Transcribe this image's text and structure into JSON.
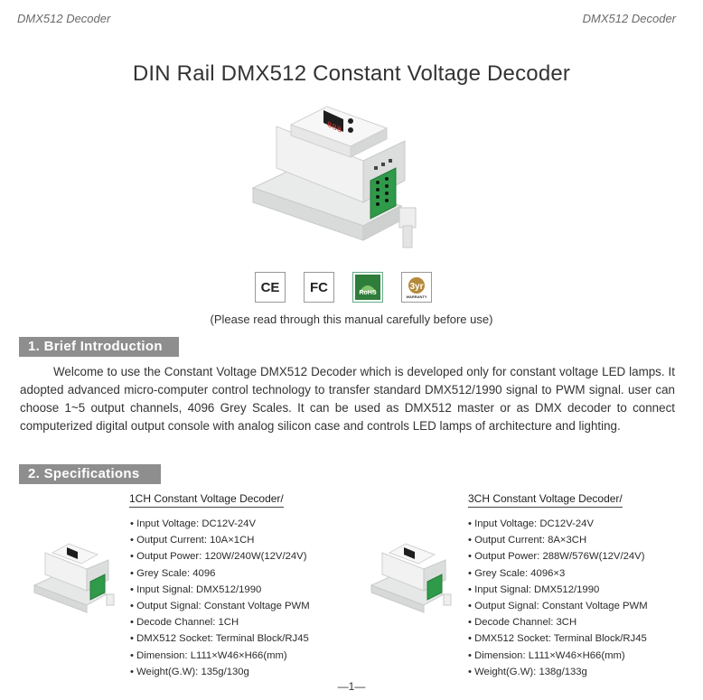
{
  "header": {
    "left": "DMX512 Decoder",
    "right": "DMX512 Decoder"
  },
  "title": "DIN Rail DMX512 Constant Voltage Decoder",
  "certifications": [
    {
      "icon": "ce-mark-icon",
      "text": "CE"
    },
    {
      "icon": "fcc-mark-icon",
      "text": "FC"
    },
    {
      "icon": "rohs-mark-icon",
      "text": "RoHS"
    },
    {
      "icon": "warranty-3yr-icon",
      "text": "3yr WARRANTY"
    }
  ],
  "note": "(Please read through this manual carefully before use)",
  "section1": {
    "heading": "1. Brief Introduction",
    "text": "Welcome to use the Constant Voltage DMX512 Decoder which is developed only for constant voltage LED lamps. It adopted advanced micro-computer control technology to transfer standard DMX512/1990 signal to PWM signal. user can choose 1~5 output channels, 4096 Grey Scales. It can be used as DMX512 master or as DMX decoder to connect computerized digital output console with analog silicon case and controls LED lamps of architecture and lighting."
  },
  "section2": {
    "heading": "2. Specifications",
    "one_ch": {
      "title": "1CH Constant Voltage Decoder/",
      "items": [
        "Input Voltage: DC12V-24V",
        "Output Current: 10A×1CH",
        "Output Power: 120W/240W(12V/24V)",
        "Grey Scale: 4096",
        "Input Signal: DMX512/1990",
        "Output Signal: Constant Voltage PWM",
        "Decode Channel: 1CH",
        "DMX512 Socket: Terminal Block/RJ45",
        "Dimension: L111×W46×H66(mm)",
        "Weight(G.W): 135g/130g"
      ]
    },
    "three_ch": {
      "title": "3CH Constant Voltage Decoder/",
      "items": [
        "Input Voltage: DC12V-24V",
        "Output Current: 8A×3CH",
        "Output Power: 288W/576W(12V/24V)",
        "Grey Scale: 4096×3",
        "Input Signal: DMX512/1990",
        "Output Signal: Constant Voltage PWM",
        "Decode Channel: 3CH",
        "DMX512 Socket: Terminal Block/RJ45",
        "Dimension: L111×W46×H66(mm)",
        "Weight(G.W): 138g/133g"
      ]
    }
  },
  "page_number": "—1—",
  "colors": {
    "section_bar": "#8e8e8e",
    "terminal_green": "#2f9a4a",
    "display_red": "#d8322b"
  }
}
